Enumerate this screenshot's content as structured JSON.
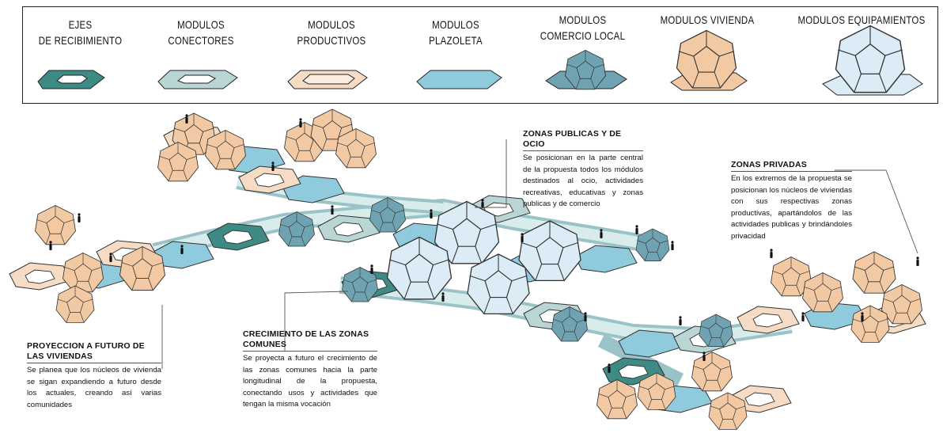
{
  "legend": {
    "items": [
      {
        "label": "EJES\nDE RECIBIMIENTO",
        "icon": "dark-teal-pentagon-ring-icon",
        "color": "#3e8a84"
      },
      {
        "label": "MODULOS\nCONECTORES",
        "icon": "light-teal-pentagon-ring-icon",
        "color": "#b9d6d4"
      },
      {
        "label": "MODULOS\nPRODUCTIVOS",
        "icon": "peach-pentagon-ring-icon",
        "color": "#f6dcc4"
      },
      {
        "label": "MODULOS\nPLAZOLETA",
        "icon": "blue-pentagon-plate-icon",
        "color": "#8fcbdc"
      },
      {
        "label": "MODULOS\nCOMERCIO LOCAL",
        "icon": "teal-dodecahedron-icon",
        "color": "#6fa3b2"
      },
      {
        "label": "MODULOS VIVIENDA",
        "icon": "peach-dodecahedron-icon",
        "color": "#f3c9a4"
      },
      {
        "label": "MODULOS EQUIPAMIENTOS",
        "icon": "pale-blue-dodecahedron-icon",
        "color": "#dcecf7"
      }
    ]
  },
  "annotations": {
    "publicas": {
      "title": "ZONAS PUBLICAS Y DE OCIO",
      "body": "Se posicionan en la parte central de la propuesta todos los módulos destinados al ocio, actividades recreativas, educativas y zonas publicas y de comercio"
    },
    "privadas": {
      "title": "ZONAS PRIVADAS",
      "body": "En los extremos de la propuesta se posicionan los núcleos de viviendas con sus respectivas zonas productivas, apartándolos de las actividades publicas y brindándoles privacidad"
    },
    "proyeccion": {
      "title": "PROYECCION A FUTURO DE LAS VIVIENDAS",
      "body": "Se planea que los núcleos de vivienda se sigan expandiendo a futuro desde los actuales, creando así varias comunidades"
    },
    "crecimiento": {
      "title": "CRECIMIENTO DE LAS ZONAS COMUNES",
      "body": "Se proyecta a futuro el crecimiento de las zonas comunes hacia la parte longitudinal de la propuesta, conectando usos y actividades que tengan la misma vocación"
    }
  },
  "colors": {
    "vivienda": "#f3c9a4",
    "plazoleta": "#8fcbdc",
    "comercio": "#6fa3b2",
    "equipamiento": "#dcecf7",
    "eje": "#3e8a84",
    "conector": "#b9d6d4",
    "productivo": "#f6dcc4"
  }
}
